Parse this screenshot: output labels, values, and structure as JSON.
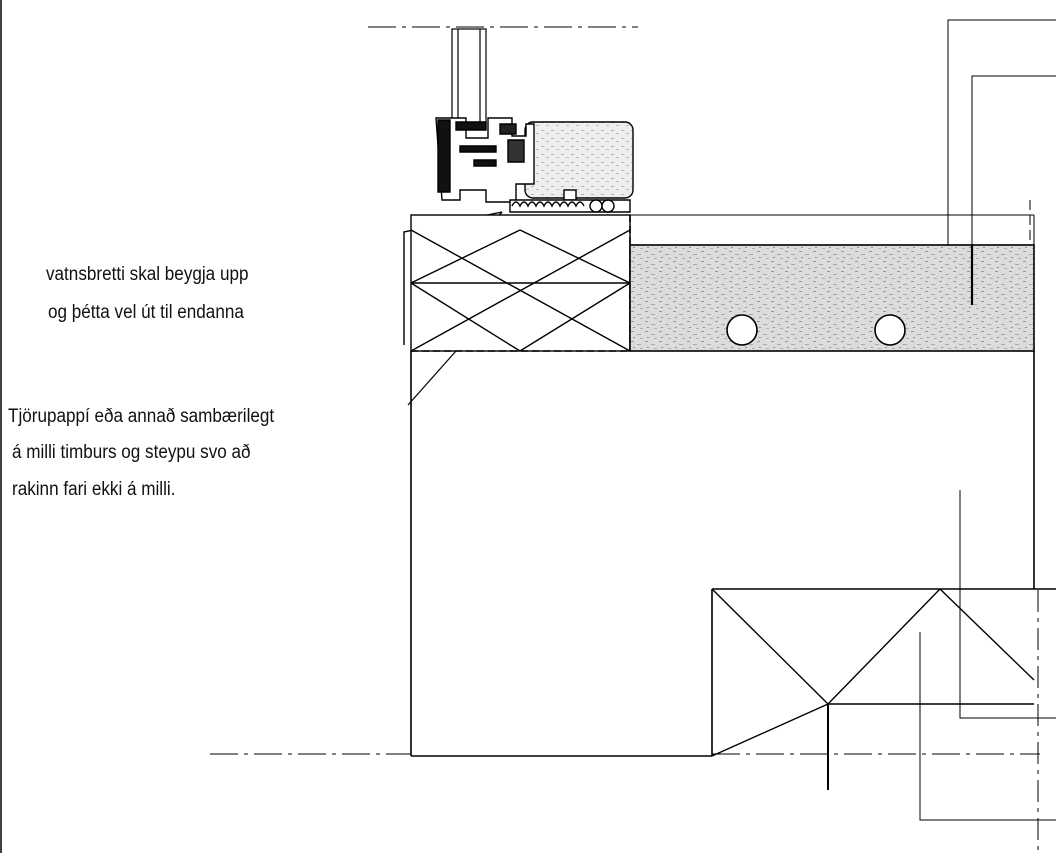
{
  "annotations": {
    "water_sill_line1": "vatnsbretti skal beygja upp",
    "water_sill_line2": "og þétta vel út til endanna",
    "tar_paper_line1": "Tjörupappí eða annað sambærilegt",
    "tar_paper_line2": "á milli timburs  og steypu svo að",
    "tar_paper_line3": "rakinn fari ekki á milli."
  },
  "colors": {
    "line": "#000000",
    "insulation_fill": "#e2e2e2",
    "background": "#ffffff"
  }
}
